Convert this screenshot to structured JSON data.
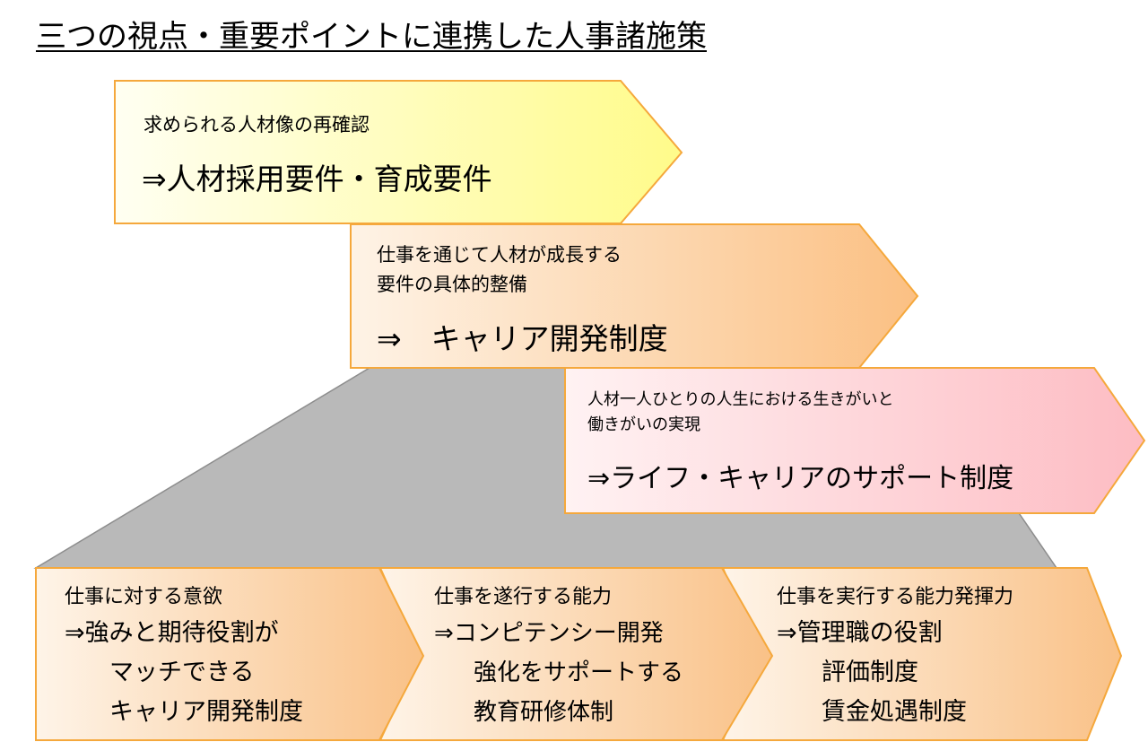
{
  "title": "三つの視点・重要ポイントに連携した人事諸施策",
  "viewpoints": [
    {
      "subtitle_lines": [
        "求められる人材像の再確認"
      ],
      "headline": "⇒人材採用要件・育成要件",
      "fill": "#fffb9a"
    },
    {
      "subtitle_lines": [
        "仕事を通じて人材が成長する",
        "要件の具体的整備"
      ],
      "headline": "⇒　キャリア開発制度",
      "fill": "#fbc78e"
    },
    {
      "subtitle_lines": [
        "人材一人ひとりの人生における生きがいと",
        "働きがいの実現"
      ],
      "headline": "⇒ライフ・キャリアのサポート制度",
      "fill": "#fdc6cc"
    }
  ],
  "bottom_steps": [
    {
      "heading": "仕事に対する意欲",
      "lines": [
        "⇒強みと期待役割が",
        "マッチできる",
        "キャリア開発制度"
      ]
    },
    {
      "heading": "仕事を遂行する能力",
      "lines": [
        "⇒コンピテンシー開発",
        "強化をサポートする",
        "教育研修体制"
      ]
    },
    {
      "heading": "仕事を実行する能力発揮力",
      "lines": [
        "⇒管理職の役割",
        "評価制度",
        "賃金処遇制度"
      ]
    }
  ],
  "colors": {
    "outline": "#f5a83c",
    "trapezoid": "#b9b9b9",
    "trapezoid_edge": "#8d8d8d"
  }
}
